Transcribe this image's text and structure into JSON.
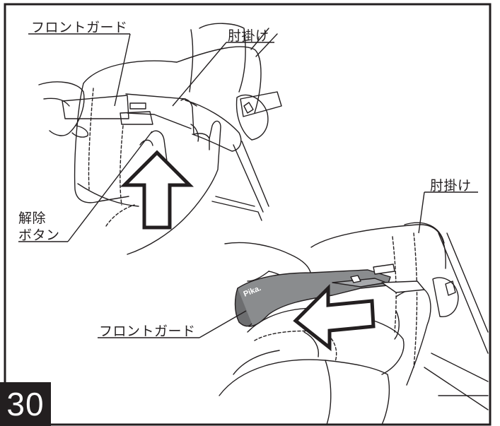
{
  "labels": {
    "front_guard_top": "フロントガード",
    "armrest_top": "肘掛け",
    "release_button_line1": "解除",
    "release_button_line2": "ボタン",
    "armrest_bottom": "肘掛け",
    "front_guard_bottom": "フロントガード"
  },
  "brand_mark": "Pika.",
  "page_number": "30",
  "colors": {
    "ink": "#231f20",
    "guard_fill": "#8a8c8e",
    "guard_dark": "#6d6e70",
    "background": "#ffffff"
  },
  "icons": {
    "up_arrow": "up-arrow-icon",
    "left_arrow": "left-arrow-icon"
  }
}
